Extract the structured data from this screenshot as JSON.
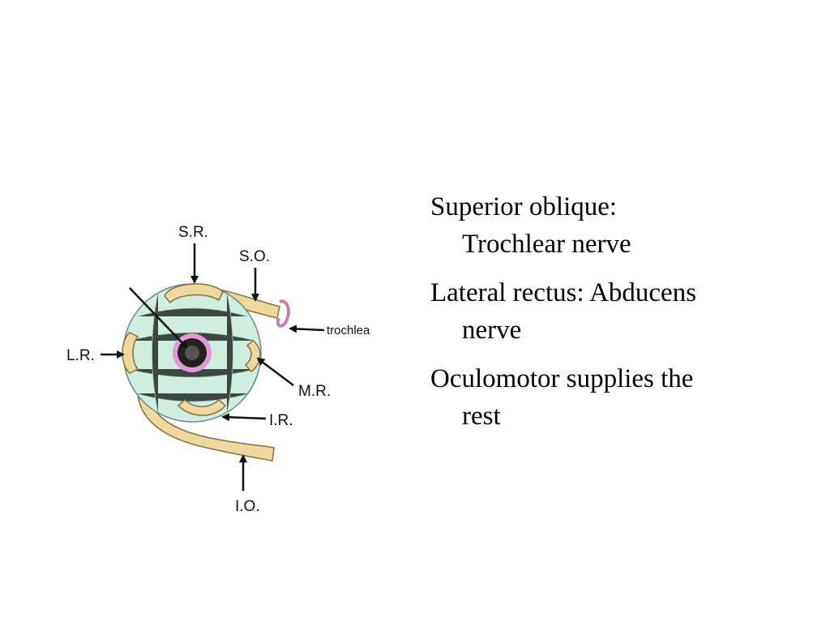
{
  "diagram": {
    "labels": {
      "sr": "S.R.",
      "so": "S.O.",
      "trochlea": "trochlea",
      "lr": "L.R.",
      "mr": "M.R.",
      "ir": "I.R.",
      "io": "I.O."
    },
    "colors": {
      "eyeball": "#cfeee0",
      "muscle": "#eedaa0",
      "muscle_shade": "#d8b868",
      "iris": "#222222",
      "pupil_ring": "#e39ad0"
    }
  },
  "bullets": [
    {
      "line1": "Superior oblique:",
      "line2": "Trochlear nerve"
    },
    {
      "line1": "Lateral rectus: Abducens",
      "line2": "nerve"
    },
    {
      "line1": "Oculomotor supplies the",
      "line2": "rest"
    }
  ]
}
